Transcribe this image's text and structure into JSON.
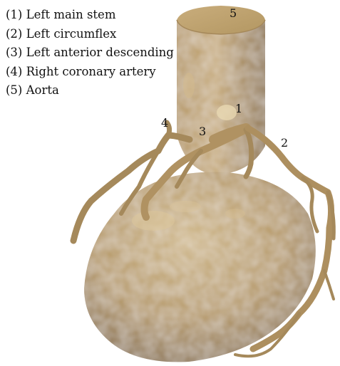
{
  "legend": [
    "(1) Left main stem",
    "(2) Left circumflex",
    "(3) Left anterior descending",
    "(4) Right coronary artery",
    "(5) Aorta"
  ],
  "markers": {
    "m1": "1",
    "m2": "2",
    "m3": "3",
    "m4": "4",
    "m5": "5"
  },
  "colors": {
    "tissue": "#b89a68",
    "tissue_light": "#d8c194",
    "tissue_dark": "#7d6540"
  }
}
